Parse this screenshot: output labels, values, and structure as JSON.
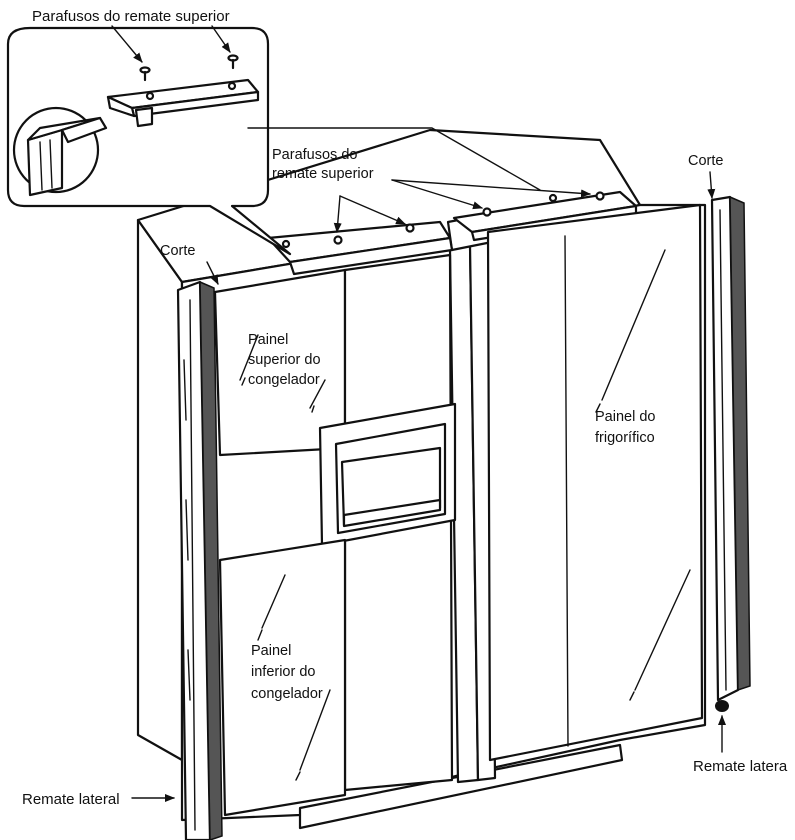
{
  "labels": {
    "inset_screws": "Parafusos do remate superior",
    "top_screws_line1": "Parafusos do",
    "top_screws_line2": "remate superior",
    "cut_left": "Corte",
    "cut_right": "Corte",
    "freezer_top_line1": "Painel",
    "freezer_top_line2": "superior do",
    "freezer_top_line3": "congelador",
    "fridge_line1": "Painel do",
    "fridge_line2": "frigorífico",
    "freezer_bottom_line1": "Painel",
    "freezer_bottom_line2": "inferior do",
    "freezer_bottom_line3": "congelador",
    "side_trim_left": "Remate lateral",
    "side_trim_right": "Remate latera"
  },
  "icons": {
    "arrowheads": "arrow-icon",
    "screws": "screw-icon"
  },
  "colors": {
    "ink": "#111111",
    "background": "#ffffff",
    "trim_shadow": "#555555"
  }
}
